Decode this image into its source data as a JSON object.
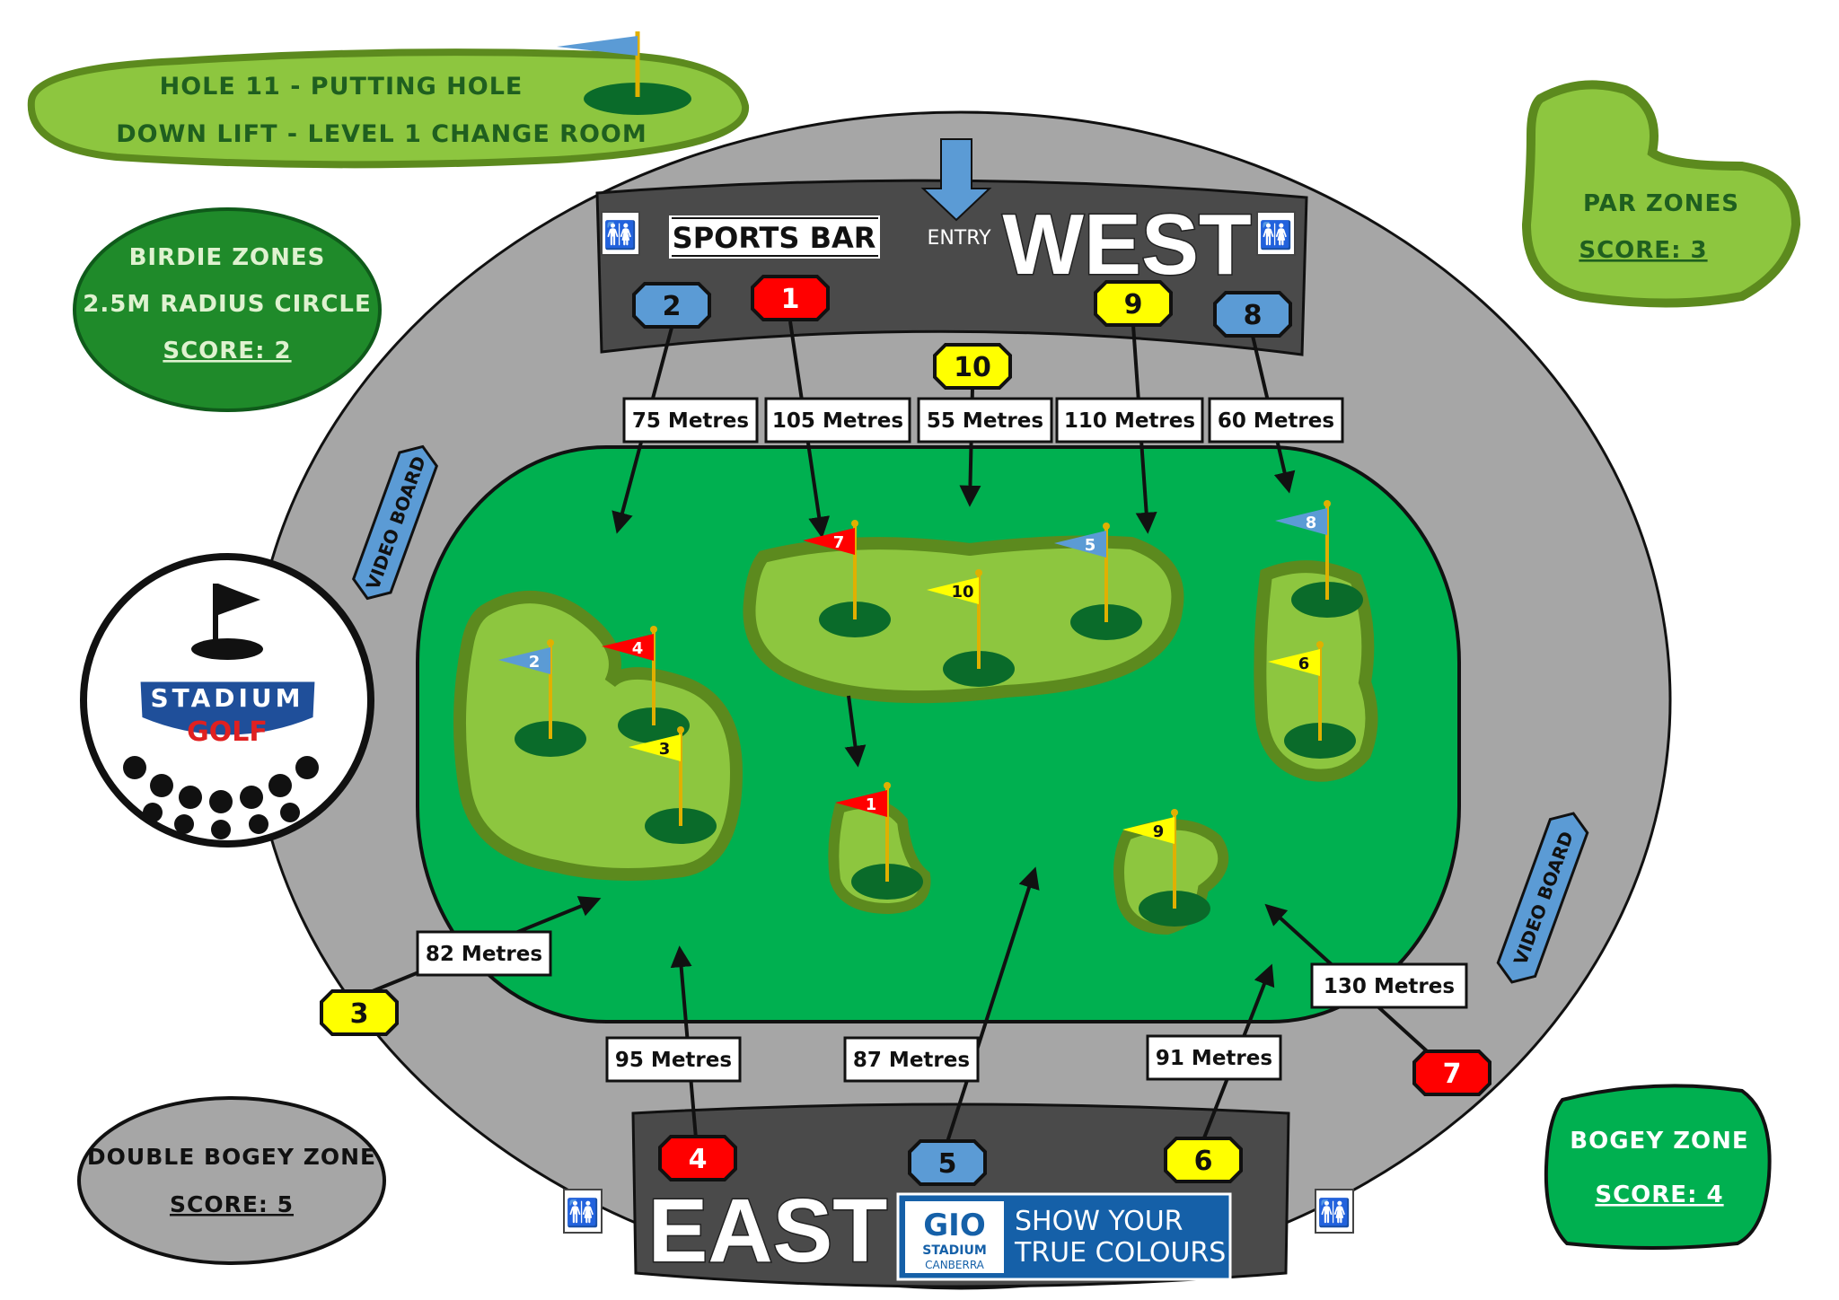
{
  "colors": {
    "field": "#00b050",
    "field_border": "#111111",
    "ring": "#a6a6a6",
    "fairway": "#8dc63f",
    "fairway_border": "#5c8a1e",
    "cup": "#0a6b2a",
    "stand": "#4a4a4a",
    "marker_red": "#ff0000",
    "marker_blue": "#5b9bd5",
    "marker_yellow": "#ffff00",
    "birdie_fill": "#1f8a2a",
    "bogey_fill": "#00b050",
    "double_bogey_fill": "#a6a6a6",
    "par_fill": "#8dc63f",
    "putting_fill": "#8dc63f",
    "sponsor_blue": "#1560a8"
  },
  "putting_hole": {
    "line1": "HOLE 11 - PUTTING HOLE",
    "line2": "DOWN LIFT - LEVEL 1 CHANGE ROOM"
  },
  "birdie_zone": {
    "line1": "BIRDIE ZONES",
    "line2": "2.5M RADIUS CIRCLE",
    "score": "SCORE: 2"
  },
  "par_zone": {
    "line1": "PAR ZONES",
    "score": "SCORE: 3"
  },
  "bogey_zone": {
    "line1": "BOGEY ZONE",
    "score": "SCORE: 4"
  },
  "double_bogey_zone": {
    "line1": "DOUBLE BOGEY ZONE",
    "score": "SCORE: 5"
  },
  "logo": {
    "word1": "STADIUM",
    "word2": "GOLF"
  },
  "west_stand": {
    "name": "WEST",
    "sports_bar": "SPORTS BAR",
    "entry": "ENTRY"
  },
  "east_stand": {
    "name": "EAST",
    "sponsor_logo": "GIO",
    "sponsor_sub1": "STADIUM",
    "sponsor_sub2": "CANBERRA",
    "sponsor_line1": "SHOW YOUR",
    "sponsor_line2": "TRUE COLOURS"
  },
  "video_boards": [
    "VIDEO BOARD",
    "VIDEO BOARD"
  ],
  "tees": [
    {
      "num": "1",
      "color": "red"
    },
    {
      "num": "2",
      "color": "blue"
    },
    {
      "num": "3",
      "color": "yellow"
    },
    {
      "num": "4",
      "color": "red"
    },
    {
      "num": "5",
      "color": "blue"
    },
    {
      "num": "6",
      "color": "yellow"
    },
    {
      "num": "7",
      "color": "red"
    },
    {
      "num": "8",
      "color": "blue"
    },
    {
      "num": "9",
      "color": "yellow"
    },
    {
      "num": "10",
      "color": "yellow"
    }
  ],
  "distances": [
    {
      "hole": "2",
      "label": "75 Metres"
    },
    {
      "hole": "1",
      "label": "105 Metres"
    },
    {
      "hole": "10",
      "label": "55 Metres"
    },
    {
      "hole": "9",
      "label": "110 Metres"
    },
    {
      "hole": "8",
      "label": "60 Metres"
    },
    {
      "hole": "3",
      "label": "82 Metres"
    },
    {
      "hole": "4",
      "label": "95 Metres"
    },
    {
      "hole": "5",
      "label": "87 Metres"
    },
    {
      "hole": "6",
      "label": "91 Metres"
    },
    {
      "hole": "7",
      "label": "130 Metres"
    }
  ],
  "pins": [
    {
      "num": "7",
      "color": "red"
    },
    {
      "num": "10",
      "color": "yellow"
    },
    {
      "num": "5",
      "color": "blue"
    },
    {
      "num": "2",
      "color": "blue"
    },
    {
      "num": "4",
      "color": "red"
    },
    {
      "num": "3",
      "color": "yellow"
    },
    {
      "num": "1",
      "color": "red"
    },
    {
      "num": "9",
      "color": "yellow"
    },
    {
      "num": "8",
      "color": "blue"
    },
    {
      "num": "6",
      "color": "yellow"
    }
  ]
}
